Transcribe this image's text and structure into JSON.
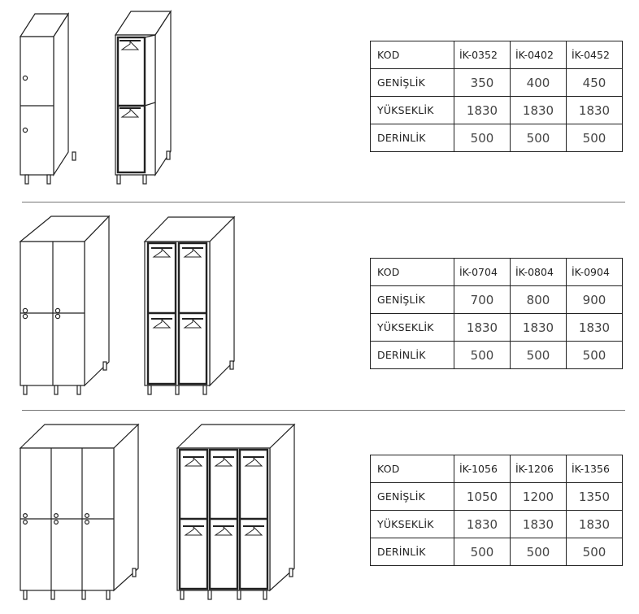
{
  "sections": [
    {
      "table": {
        "header_label": "KOD",
        "codes": [
          "İK-0352",
          "İK-0402",
          "İK-0452"
        ],
        "rows": [
          {
            "label": "GENİŞLİK",
            "values": [
              "350",
              "400",
              "450"
            ]
          },
          {
            "label": "YÜKSEKLİK",
            "values": [
              "1830",
              "1830",
              "1830"
            ]
          },
          {
            "label": "DERİNLİK",
            "values": [
              "500",
              "500",
              "500"
            ]
          }
        ]
      }
    },
    {
      "table": {
        "header_label": "KOD",
        "codes": [
          "İK-0704",
          "İK-0804",
          "İK-0904"
        ],
        "rows": [
          {
            "label": "GENİŞLİK",
            "values": [
              "700",
              "800",
              "900"
            ]
          },
          {
            "label": "YÜKSEKLİK",
            "values": [
              "1830",
              "1830",
              "1830"
            ]
          },
          {
            "label": "DERİNLİK",
            "values": [
              "500",
              "500",
              "500"
            ]
          }
        ]
      }
    },
    {
      "table": {
        "header_label": "KOD",
        "codes": [
          "İK-1056",
          "İK-1206",
          "İK-1356"
        ],
        "rows": [
          {
            "label": "GENİŞLİK",
            "values": [
              "1050",
              "1200",
              "1350"
            ]
          },
          {
            "label": "YÜKSEKLİK",
            "values": [
              "1830",
              "1830",
              "1830"
            ]
          },
          {
            "label": "DERİNLİK",
            "values": [
              "500",
              "500",
              "500"
            ]
          }
        ]
      }
    }
  ]
}
